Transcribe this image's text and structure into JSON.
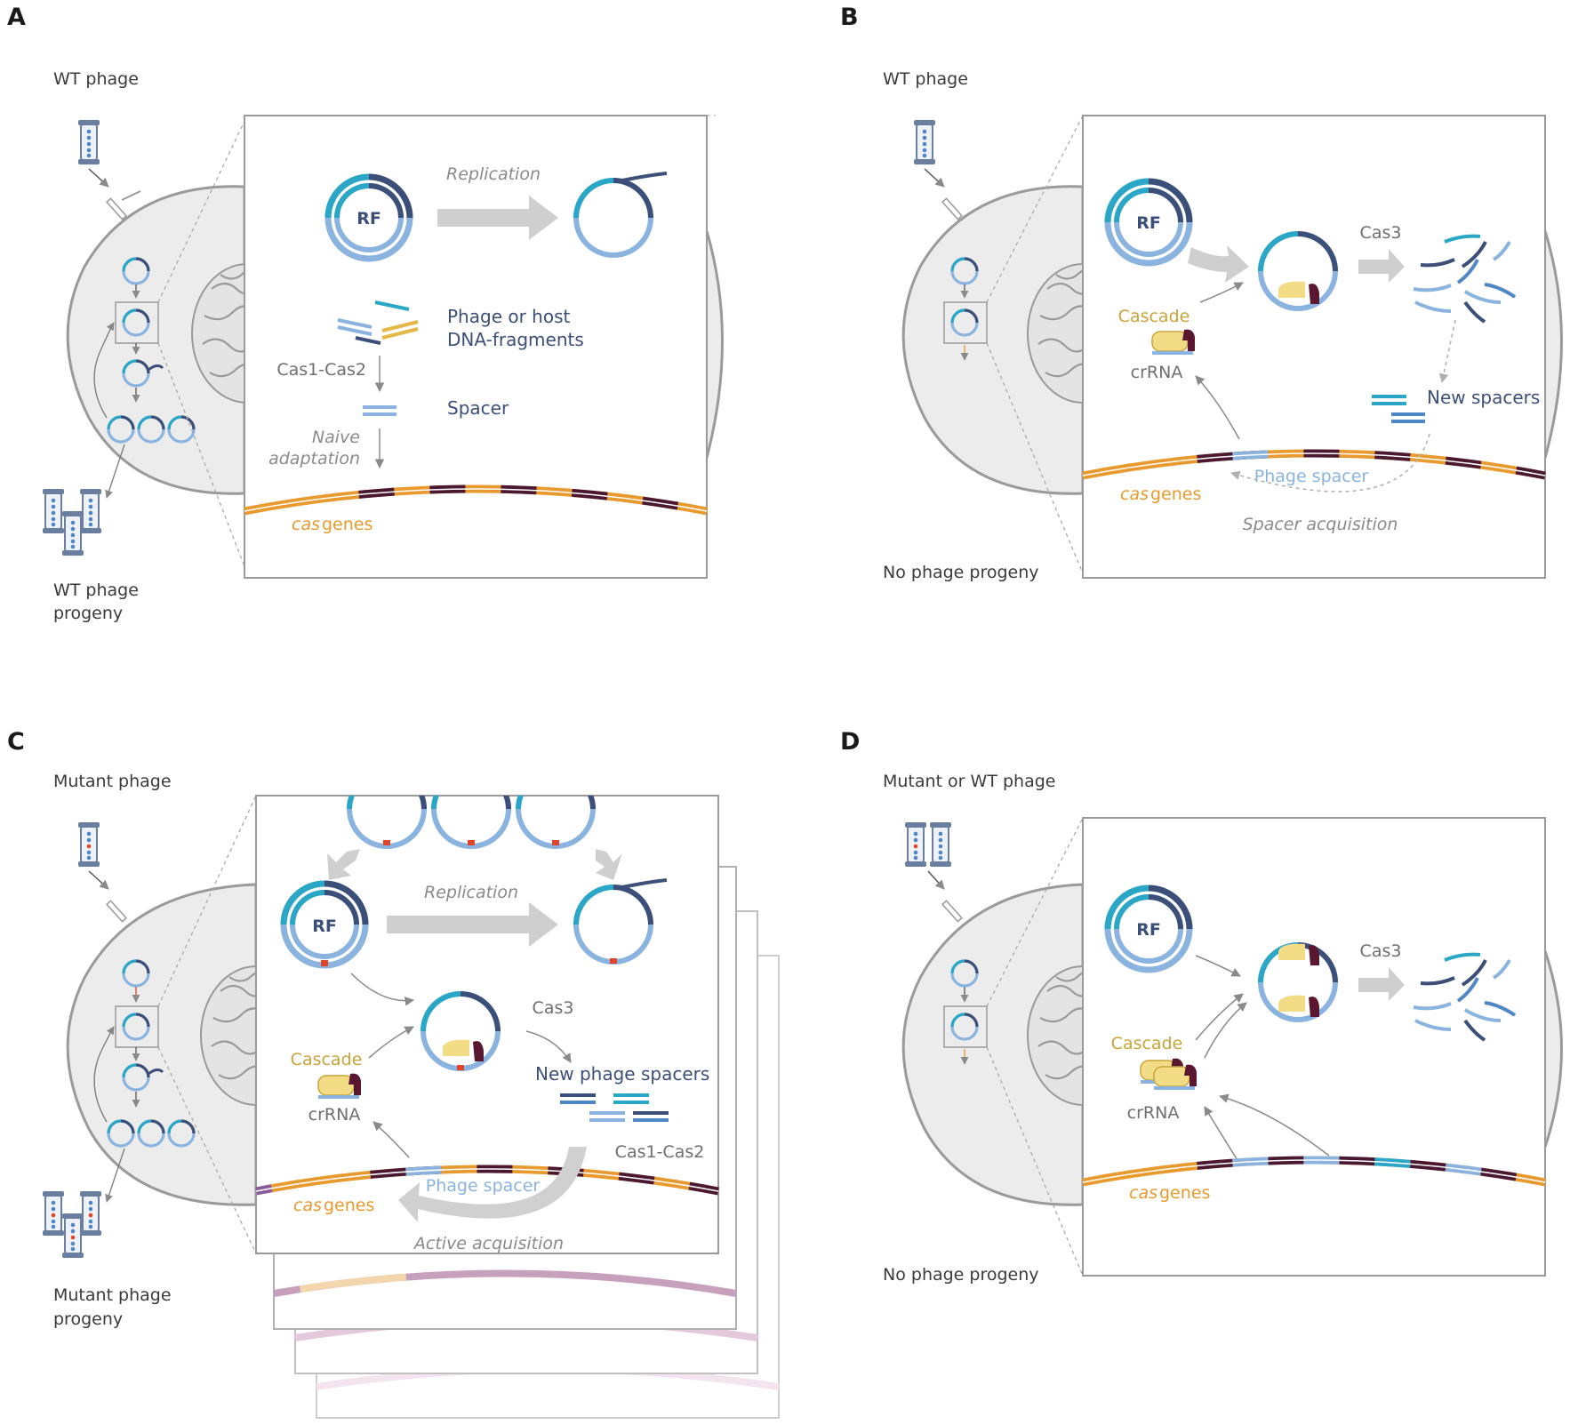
{
  "panels": {
    "a": {
      "letter": "A",
      "phage_label": "WT phage",
      "progeny_label": [
        "WT phage",
        "progeny"
      ],
      "rf": "RF",
      "replication": "Replication",
      "fragments": [
        "Phage or host",
        "DNA-fragments"
      ],
      "cas12": "Cas1-Cas2",
      "spacer": "Spacer",
      "naive": [
        "Naive",
        "adaptation"
      ],
      "cas_prefix": "cas",
      "genes": " genes"
    },
    "b": {
      "letter": "B",
      "phage_label": "WT phage",
      "progeny_label": "No phage progeny",
      "rf": "RF",
      "cas3": "Cas3",
      "cascade": "Cascade",
      "crrna": "crRNA",
      "new_spacers": "New spacers",
      "phage_spacer": "Phage spacer",
      "cas_prefix": "cas",
      "genes": " genes",
      "acquisition": "Spacer acquisition"
    },
    "c": {
      "letter": "C",
      "phage_label": "Mutant phage",
      "progeny_label": [
        "Mutant phage",
        "progeny"
      ],
      "rf": "RF",
      "replication": "Replication",
      "cas3": "Cas3",
      "cascade": "Cascade",
      "crrna": "crRNA",
      "new_spacers": "New phage spacers",
      "cas12": "Cas1-Cas2",
      "phage_spacer": "Phage spacer",
      "cas_prefix": "cas",
      "genes": " genes",
      "acquisition": "Active acquisition"
    },
    "d": {
      "letter": "D",
      "phage_label": "Mutant or WT phage",
      "progeny_label": "No phage progeny",
      "rf": "RF",
      "cas3": "Cas3",
      "cascade": "Cascade",
      "crrna": "crRNA",
      "cas_prefix": "cas",
      "genes": " genes"
    }
  },
  "colors": {
    "navy": "#3c4f78",
    "teal": "#2aa6c6",
    "light_blue": "#8ab4df",
    "mid_blue": "#4f86c6",
    "gold": "#e6b84a",
    "orange": "#e89a2e",
    "maroon": "#4a1830",
    "purple": "#8a5a9a",
    "cascade_yellow": "#f2dc86",
    "cell_fill": "#ececec",
    "cell_stroke": "#9a9a9a",
    "arrow_grey": "#cfcfcf"
  }
}
